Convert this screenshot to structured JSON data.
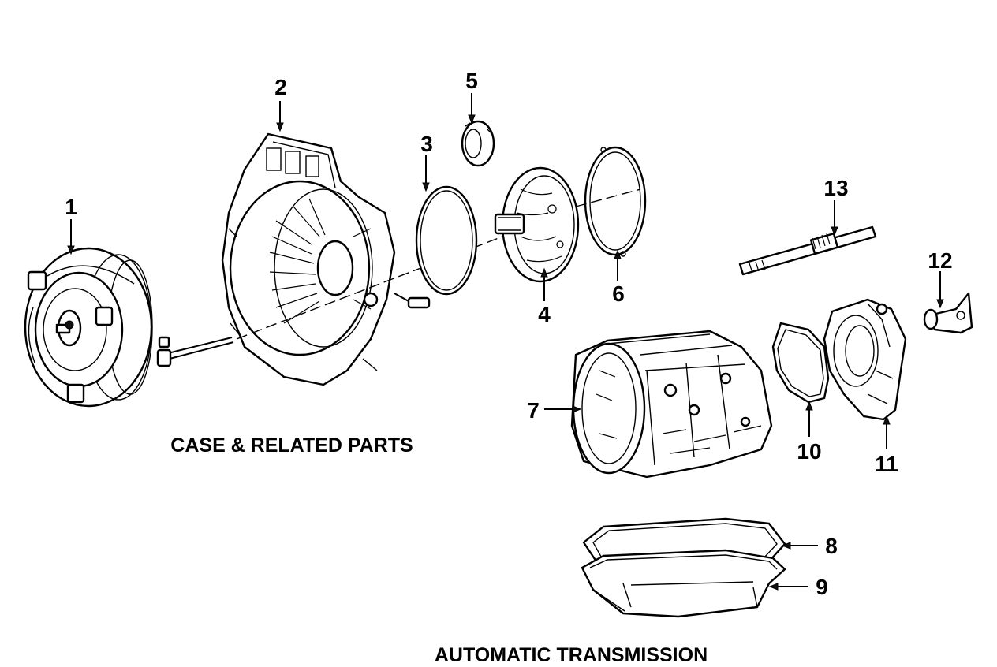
{
  "captions": {
    "case_related_parts": "CASE & RELATED PARTS",
    "automatic_transmission": "AUTOMATIC TRANSMISSION"
  },
  "callouts": [
    "1",
    "2",
    "3",
    "4",
    "5",
    "6",
    "7",
    "8",
    "9",
    "10",
    "11",
    "12",
    "13"
  ],
  "parts": {
    "1": "torque-converter",
    "2": "converter-housing",
    "3": "o-ring",
    "4": "oil-pump",
    "5": "bushing",
    "6": "gasket",
    "7": "transmission-case",
    "8": "oil-pan-gasket",
    "9": "oil-pan",
    "10": "extension-gasket",
    "11": "extension-housing",
    "12": "speedometer-drive",
    "13": "output-shaft"
  }
}
